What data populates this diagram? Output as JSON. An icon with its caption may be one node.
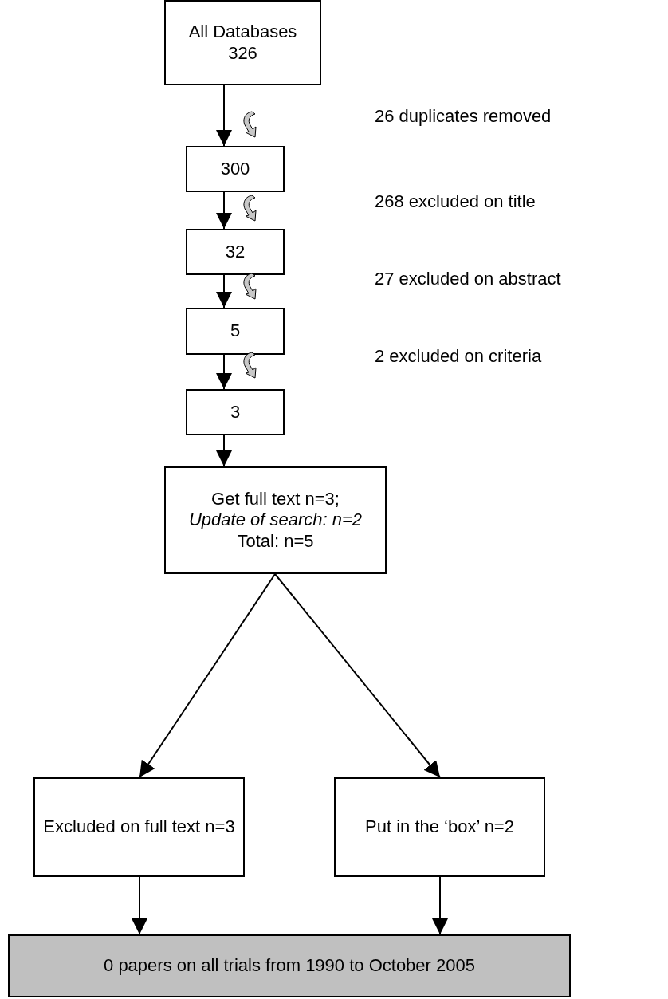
{
  "diagram": {
    "nodes": [
      {
        "text": [
          "All Databases 326"
        ]
      },
      {
        "text": [
          "300"
        ]
      },
      {
        "text": [
          "32"
        ]
      },
      {
        "text": [
          "5"
        ]
      },
      {
        "text": [
          "3"
        ]
      },
      {
        "text": [
          "Get full text n=3;",
          "Update of search: n=2",
          "Total: n=5"
        ]
      },
      {
        "text": [
          "Excluded on full text n=3"
        ]
      },
      {
        "text": [
          "Put in the ‘box’ n=2"
        ]
      },
      {
        "text": [
          "0 papers on all trials from 1990 to October 2005"
        ]
      }
    ],
    "edges": [
      {
        "from": 0,
        "to": 1,
        "arrow": "to"
      },
      {
        "from": 1,
        "to": 2,
        "arrow": "to"
      },
      {
        "from": 2,
        "to": 3,
        "arrow": "to"
      },
      {
        "from": 3,
        "to": 4,
        "arrow": "to"
      },
      {
        "from": 4,
        "to": 5,
        "arrow": "to"
      },
      {
        "from": 5,
        "to": 6,
        "arrow": "to"
      },
      {
        "from": 5,
        "to": 7,
        "arrow": "to"
      },
      {
        "from": 6,
        "to": 8,
        "arrow": "to"
      },
      {
        "from": 7,
        "to": 8,
        "arrow": "to"
      }
    ],
    "labels": [
      "26 duplicates removed",
      "268 excluded on title",
      "27 excluded on abstract",
      "2 excluded on criteria"
    ]
  }
}
